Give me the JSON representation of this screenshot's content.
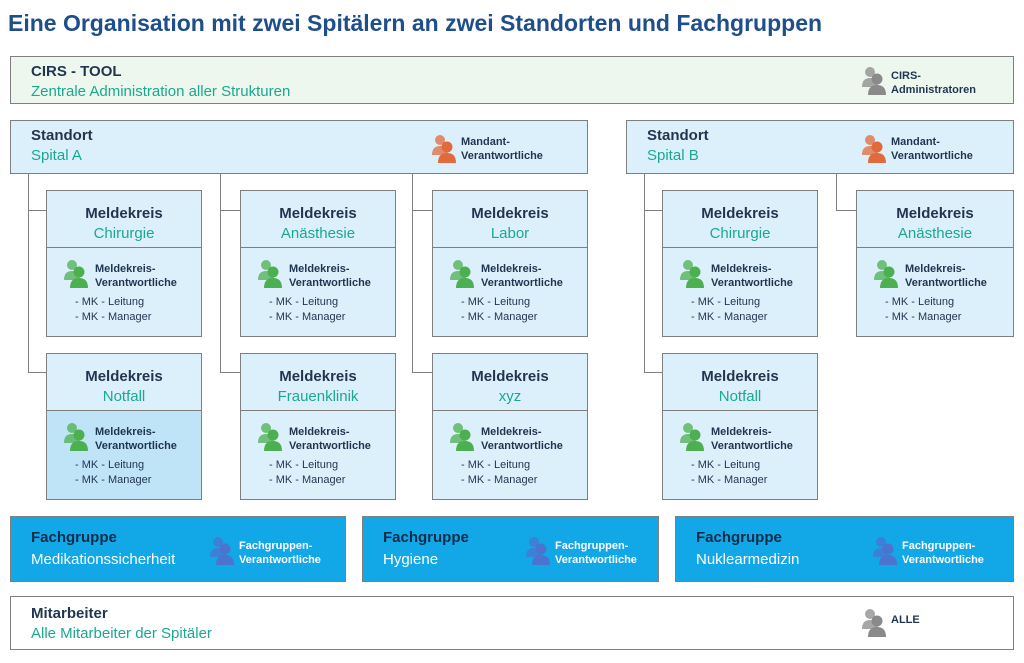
{
  "title": "Eine Organisation mit zwei Spitälern an zwei Standorten und Fachgruppen",
  "cirs": {
    "head": "CIRS - TOOL",
    "sub": "Zentrale Administration aller Strukturen",
    "role": [
      "CIRS-",
      "Administratoren"
    ]
  },
  "standorte": [
    {
      "head": "Standort",
      "sub": "Spital A",
      "role": [
        "Mandant-",
        "Verantwortliche"
      ]
    },
    {
      "head": "Standort",
      "sub": "Spital B",
      "role": [
        "Mandant-",
        "Verantwortliche"
      ]
    }
  ],
  "meldekreis_label": "Meldekreis",
  "meldekreis_role": [
    "Meldekreis-",
    "Verantwortliche"
  ],
  "mk_items": [
    "-    MK - Leitung",
    "-    MK - Manager"
  ],
  "meldekreise": [
    {
      "sub": "Chirurgie"
    },
    {
      "sub": "Anästhesie"
    },
    {
      "sub": "Labor"
    },
    {
      "sub": "Chirurgie"
    },
    {
      "sub": "Anästhesie"
    },
    {
      "sub": "Notfall"
    },
    {
      "sub": "Frauenklinik"
    },
    {
      "sub": "xyz"
    },
    {
      "sub": "Notfall"
    }
  ],
  "fachgruppen": [
    {
      "head": "Fachgruppe",
      "sub": "Medikationssicherheit",
      "role": [
        "Fachgruppen-",
        "Verantwortliche"
      ]
    },
    {
      "head": "Fachgruppe",
      "sub": "Hygiene",
      "role": [
        "Fachgruppen-",
        "Verantwortliche"
      ]
    },
    {
      "head": "Fachgruppe",
      "sub": "Nuklearmedizin",
      "role": [
        "Fachgruppen-",
        "Verantwortliche"
      ]
    }
  ],
  "mitarbeiter": {
    "head": "Mitarbeiter",
    "sub": "Alle Mitarbeiter der Spitäler",
    "role": "ALLE"
  },
  "colors": {
    "grey_person": "#8a8a8a",
    "orange_person": "#e06a3c",
    "green_person": "#4caf50",
    "blue_person": "#4a74d0"
  }
}
